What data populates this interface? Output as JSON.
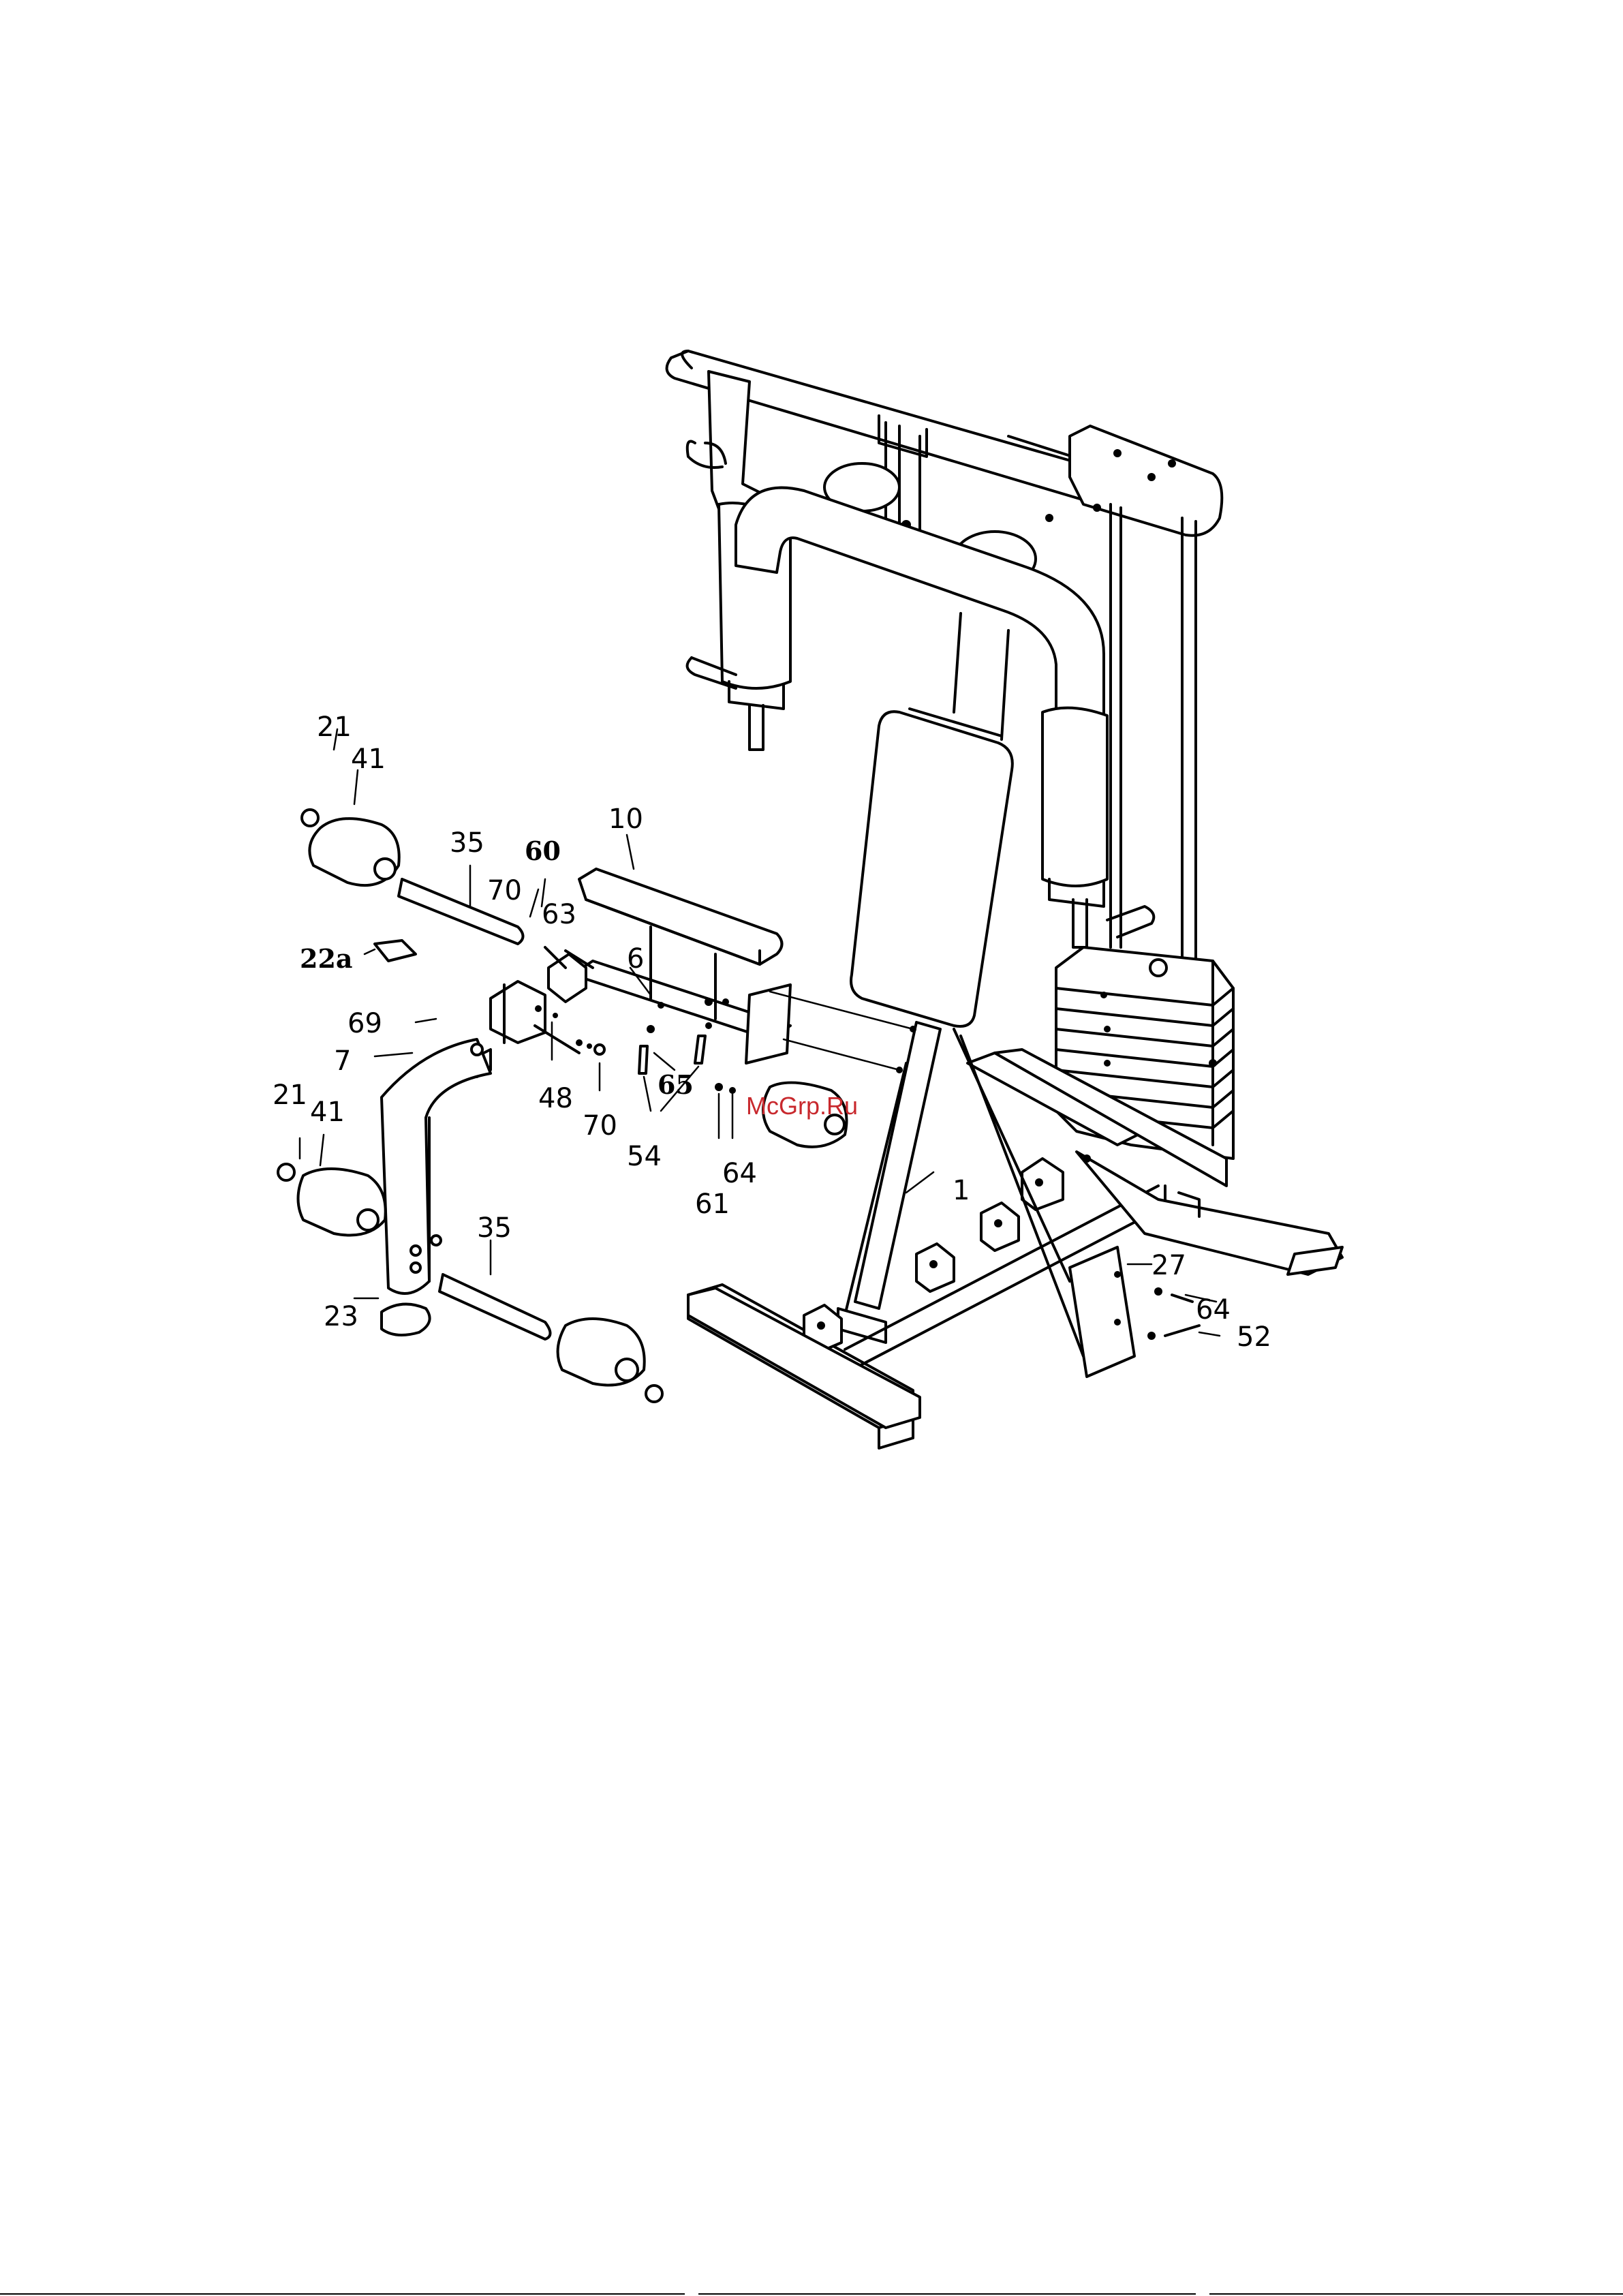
{
  "watermark": "McGrp.Ru",
  "labels": [
    {
      "id": "l21a",
      "text": "21"
    },
    {
      "id": "l41a",
      "text": "41"
    },
    {
      "id": "l35a",
      "text": "35"
    },
    {
      "id": "l60",
      "text": "60"
    },
    {
      "id": "l10",
      "text": "10"
    },
    {
      "id": "l70a",
      "text": "70"
    },
    {
      "id": "l63",
      "text": "63"
    },
    {
      "id": "l22a",
      "text": "22a"
    },
    {
      "id": "l6",
      "text": "6"
    },
    {
      "id": "l69",
      "text": "69"
    },
    {
      "id": "l7",
      "text": "7"
    },
    {
      "id": "l48",
      "text": "48"
    },
    {
      "id": "l65",
      "text": "65"
    },
    {
      "id": "l21b",
      "text": "21"
    },
    {
      "id": "l41b",
      "text": "41"
    },
    {
      "id": "l70b",
      "text": "70"
    },
    {
      "id": "l54",
      "text": "54"
    },
    {
      "id": "l64a",
      "text": "64"
    },
    {
      "id": "l61",
      "text": "61"
    },
    {
      "id": "l1",
      "text": "1"
    },
    {
      "id": "l35b",
      "text": "35"
    },
    {
      "id": "l27",
      "text": "27"
    },
    {
      "id": "l64b",
      "text": "64"
    },
    {
      "id": "l52",
      "text": "52"
    },
    {
      "id": "l23",
      "text": "23"
    }
  ]
}
